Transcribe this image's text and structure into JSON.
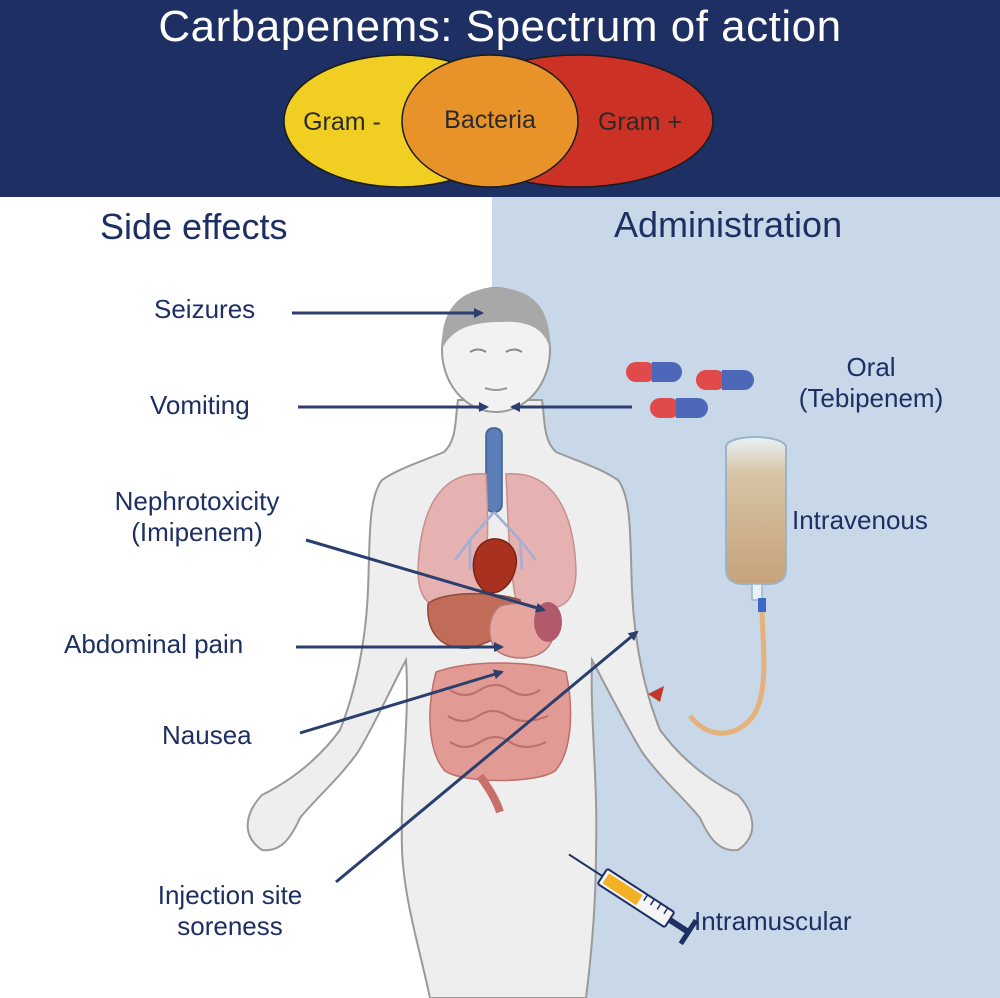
{
  "title": "Carbapenems: Spectrum of action",
  "venn": {
    "left": "Gram -",
    "center": "Bacteria",
    "right": "Gram +"
  },
  "side_effects": {
    "heading": "Side effects",
    "items": {
      "seizures": "Seizures",
      "vomiting": "Vomiting",
      "nephrotoxicity_1": "Nephrotoxicity",
      "nephrotoxicity_2": "(Imipenem)",
      "abdominal_pain": "Abdominal pain",
      "nausea": "Nausea",
      "injection_1": "Injection site",
      "injection_2": "soreness"
    }
  },
  "administration": {
    "heading": "Administration",
    "items": {
      "oral_1": "Oral",
      "oral_2": "(Tebipenem)",
      "intravenous": "Intravenous",
      "intramuscular": "Intramuscular"
    }
  },
  "colors": {
    "header_bg": "#1d2f63",
    "panel_right_bg": "#c8d8e8",
    "gram_negative": "#f0cf22",
    "bacteria": "#e8922a",
    "gram_positive": "#cc3126",
    "text": "#1d2f63"
  }
}
